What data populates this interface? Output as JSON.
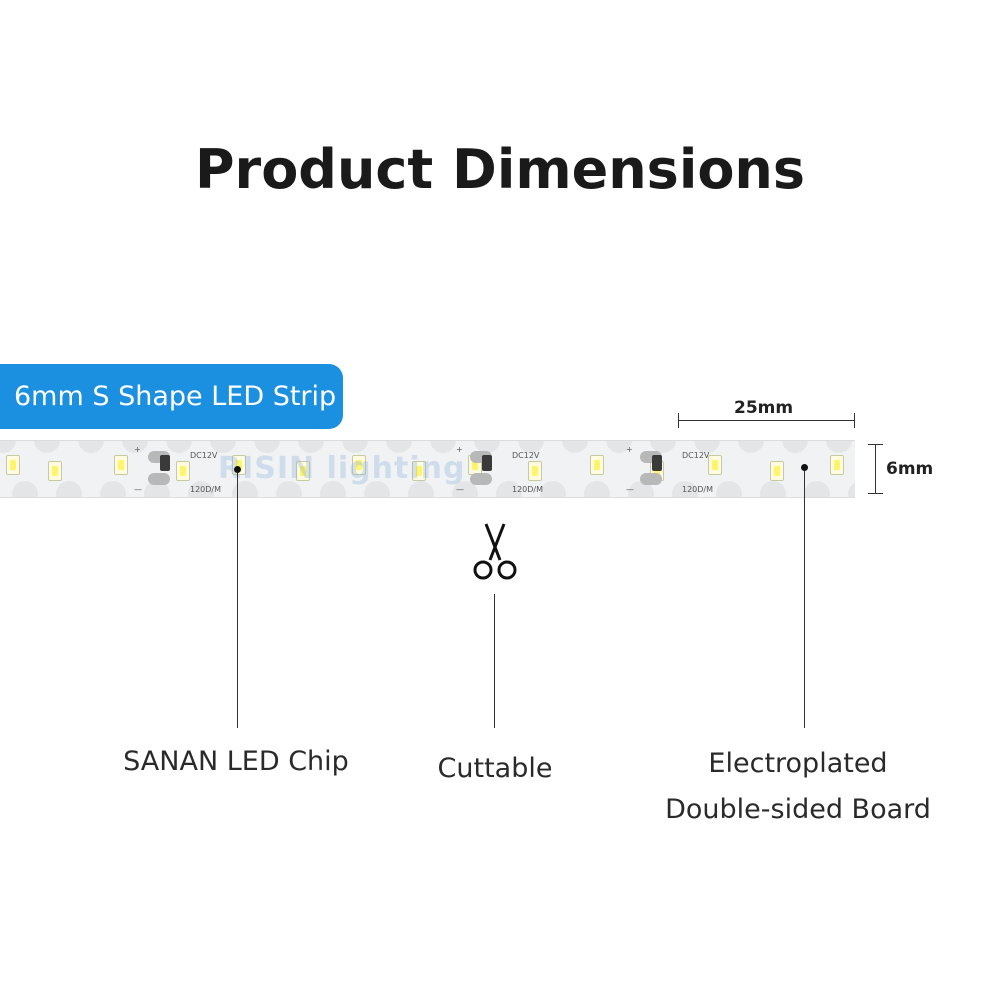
{
  "title": "Product Dimensions",
  "badge": {
    "label": "6mm S Shape LED Strip"
  },
  "strip": {
    "voltage_mark": "DC12V",
    "density_mark": "120D/M",
    "plus_mark": "+",
    "minus_mark": "—",
    "watermark": "RISIN lighting"
  },
  "dimensions": {
    "length": "25mm",
    "width": "6mm"
  },
  "callouts": {
    "chip": "SANAN LED Chip",
    "cut": "Cuttable",
    "board_line1": "Electroplated",
    "board_line2": "Double-sided Board"
  },
  "icons": {
    "cut": "scissors-icon"
  },
  "colors": {
    "badge": "#1b8fe0",
    "background": "#ffffff"
  }
}
